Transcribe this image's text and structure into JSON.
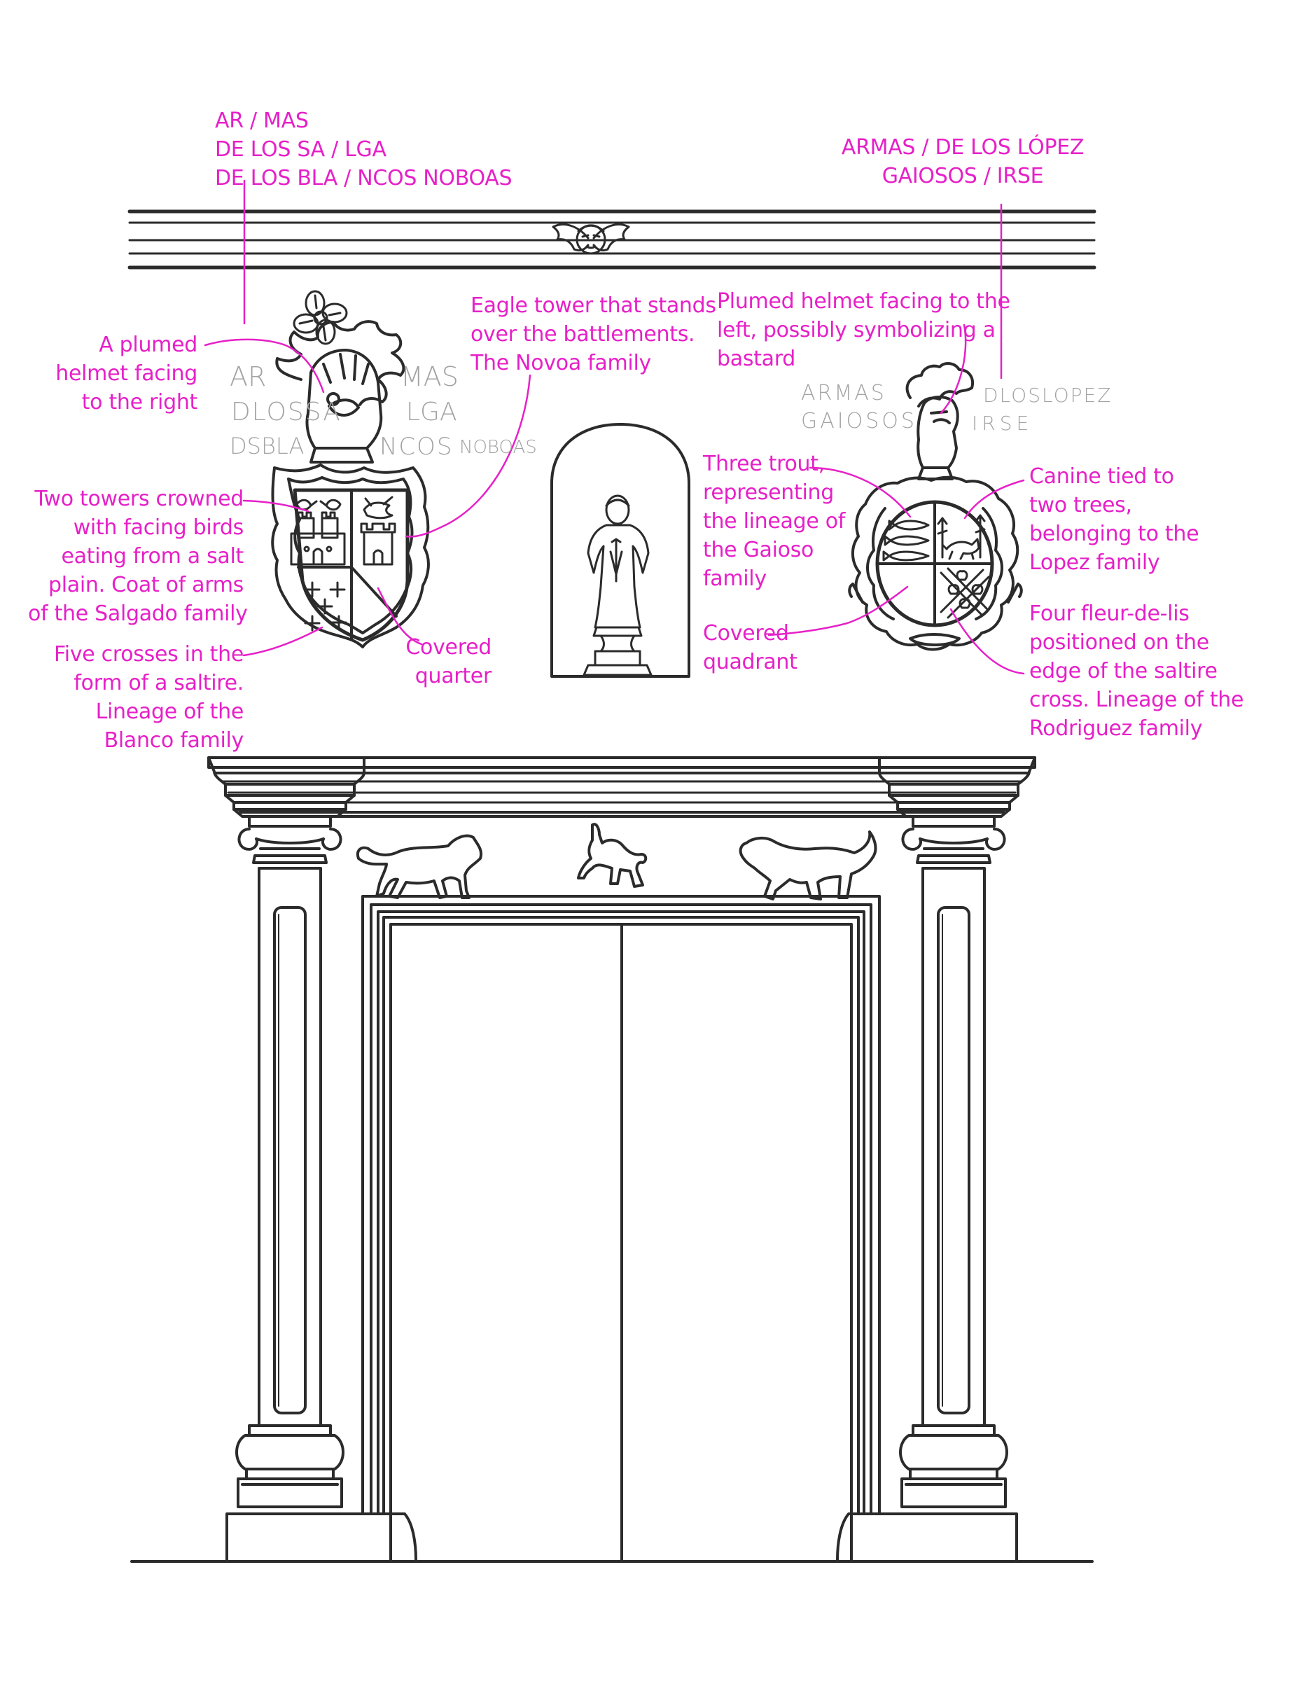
{
  "colors": {
    "annotation": "#e620c8",
    "drawing": "#2b2b2b",
    "inscription": "#a3a3a3",
    "background": "#ffffff"
  },
  "annotations": {
    "left_inscription_reading": [
      "AR / MAS",
      "DE LOS SA / LGA",
      "DE LOS BLA / NCOS NOBOAS"
    ],
    "right_inscription_reading": [
      "ARMAS / DE LOS LÓPEZ",
      "GAIOSOS / IRSE"
    ],
    "plumed_helmet_right": [
      "A plumed",
      "helmet facing",
      "to the right"
    ],
    "eagle_tower": [
      "Eagle tower that stands",
      "over the battlements.",
      "The Novoa family"
    ],
    "plumed_helmet_left": [
      "Plumed helmet facing to the",
      "left, possibly symbolizing a",
      "bastard"
    ],
    "two_towers": [
      "Two towers crowned",
      "with facing birds",
      "eating from a salt",
      "plain. Coat of arms",
      "of the Salgado family"
    ],
    "three_trout": [
      "Three trout,",
      "representing",
      "the lineage of",
      "the Gaioso",
      "family"
    ],
    "canine": [
      "Canine tied to",
      "two trees,",
      "belonging to the",
      "Lopez family"
    ],
    "covered_quarter": [
      "Covered",
      "quarter"
    ],
    "five_crosses": [
      "Five crosses in the",
      "form of a saltire.",
      "Lineage of the",
      "Blanco family"
    ],
    "covered_quadrant": [
      "Covered",
      "quadrant"
    ],
    "fleur_de_lis": [
      "Four fleur-de-lis",
      "positioned on the",
      "edge of the saltire",
      "cross. Lineage of the",
      "Rodriguez family"
    ]
  },
  "inscriptions": {
    "left": {
      "l1a": "AR",
      "l1b": "MAS",
      "l2a": "DLOSSA",
      "l2b": "LGA",
      "l3a": "DSBLA",
      "l3b": "NCOS",
      "l3c": "NOBOAS"
    },
    "right": {
      "l1a": "ARMAS",
      "l1b": "DLOSLOPEZ",
      "l2a": "GAIOSOS",
      "l2b": "IRSE"
    }
  }
}
